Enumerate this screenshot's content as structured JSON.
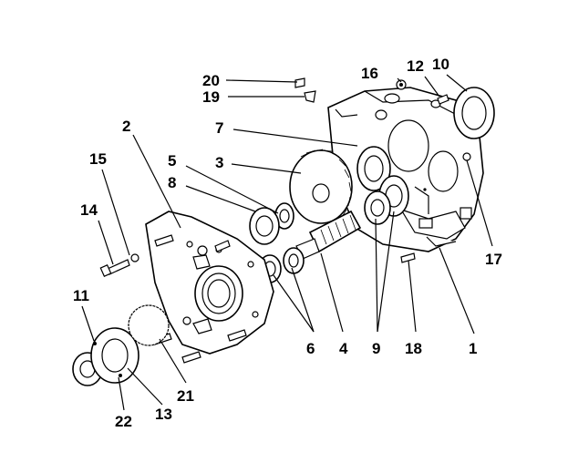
{
  "diagram": {
    "labels": {
      "p1": "1",
      "p2": "2",
      "p3": "3",
      "p4": "4",
      "p5": "5",
      "p6": "6",
      "p7": "7",
      "p8": "8",
      "p9": "9",
      "p10": "10",
      "p11": "11",
      "p12": "12",
      "p13": "13",
      "p14": "14",
      "p15": "15",
      "p16": "16",
      "p17": "17",
      "p18": "18",
      "p19": "19",
      "p20": "20",
      "p21": "21",
      "p22": "22"
    }
  }
}
